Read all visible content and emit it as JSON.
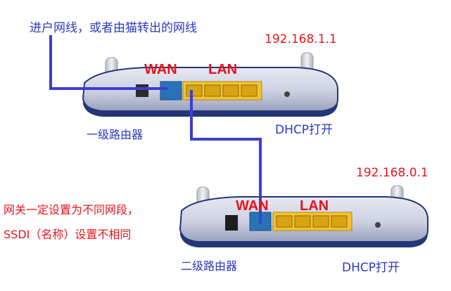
{
  "annotations": {
    "top_note": "进户网线，或者由猫转出的网线",
    "ip_primary": "192.168.1.1",
    "ip_secondary": "192.168.0.1",
    "dhcp_primary": "DHCP打开",
    "dhcp_secondary": "DHCP打开",
    "router1_name": "一级路由器",
    "router2_name": "二级路由器",
    "note_line1": "网关一定设置为不同网段，",
    "note_line2": "SSDI（名称）设置不相同"
  },
  "router1": {
    "wan_label": "WAN",
    "lan_label": "LAN",
    "lan_port_count": 4
  },
  "router2": {
    "wan_label": "WAN",
    "lan_label": "LAN",
    "lan_port_count": 4
  },
  "colors": {
    "text_blue": "#2b38b8",
    "text_red": "#e8141e",
    "cable": "#3b3fd0",
    "lan_port": "#f2c230",
    "wan_port": "#2a72b8"
  }
}
